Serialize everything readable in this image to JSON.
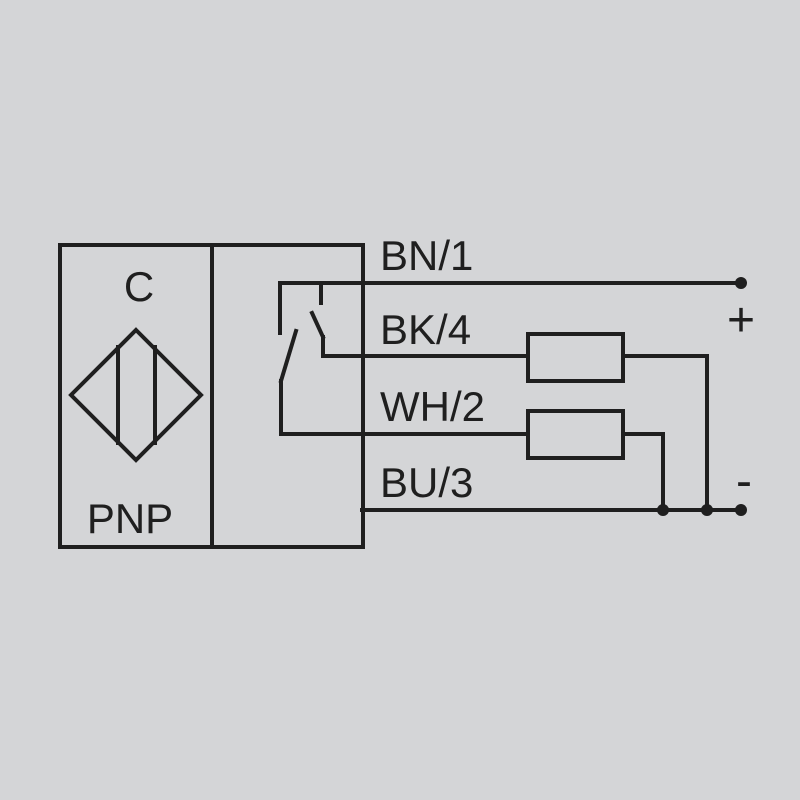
{
  "sensor": {
    "type_letter": "C",
    "output_type": "PNP"
  },
  "wires": [
    {
      "id": "bn",
      "label": "BN/1"
    },
    {
      "id": "bk",
      "label": "BK/4"
    },
    {
      "id": "wh",
      "label": "WH/2"
    },
    {
      "id": "bu",
      "label": "BU/3"
    }
  ],
  "supply": {
    "positive": "+",
    "negative": "-"
  },
  "colors": {
    "line": "#1f1f1f",
    "background": "#d4d5d7"
  }
}
